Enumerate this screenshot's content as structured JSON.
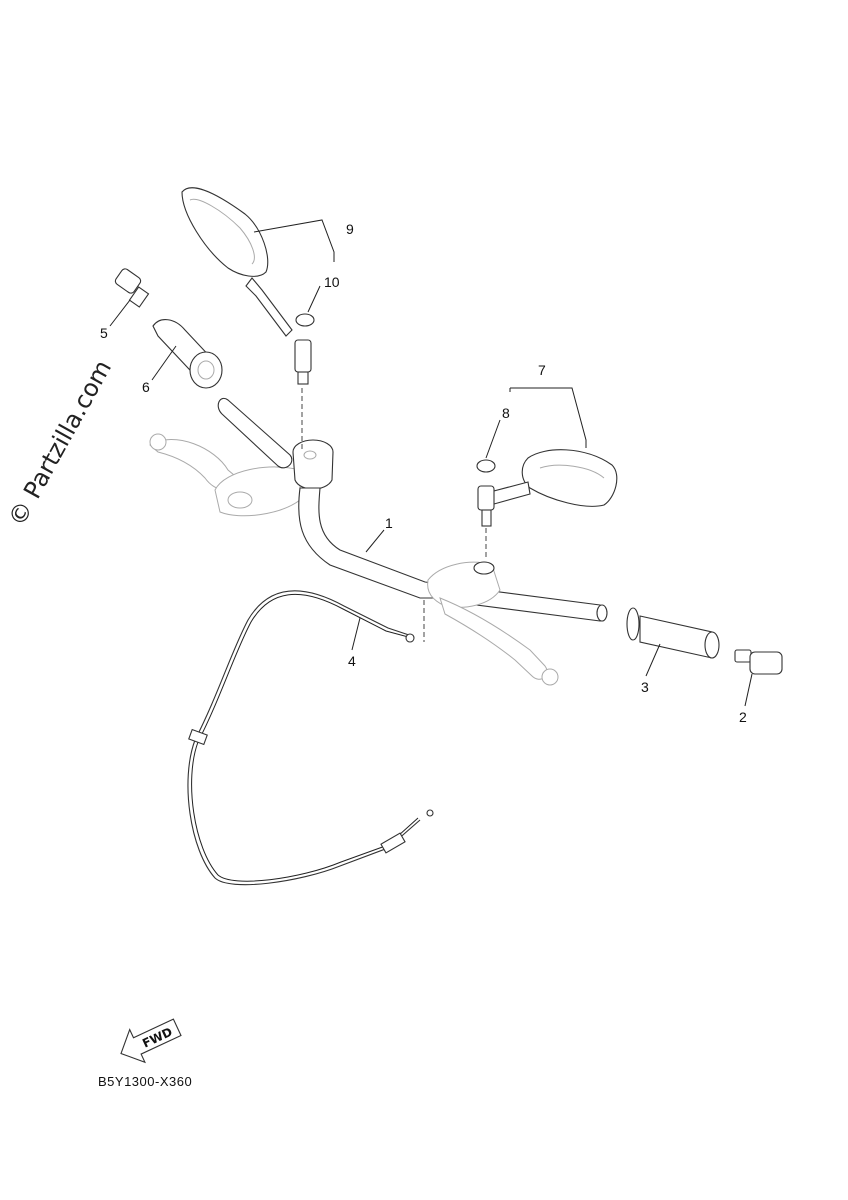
{
  "watermark": "© Partzilla.com",
  "diagram_code": "B5Y1300-X360",
  "fwd_label": "FWD",
  "callouts": [
    {
      "id": "1",
      "label": "1"
    },
    {
      "id": "2",
      "label": "2"
    },
    {
      "id": "3",
      "label": "3"
    },
    {
      "id": "4",
      "label": "4"
    },
    {
      "id": "5",
      "label": "5"
    },
    {
      "id": "6",
      "label": "6"
    },
    {
      "id": "7",
      "label": "7"
    },
    {
      "id": "8",
      "label": "8"
    },
    {
      "id": "9",
      "label": "9"
    },
    {
      "id": "10",
      "label": "10"
    }
  ]
}
